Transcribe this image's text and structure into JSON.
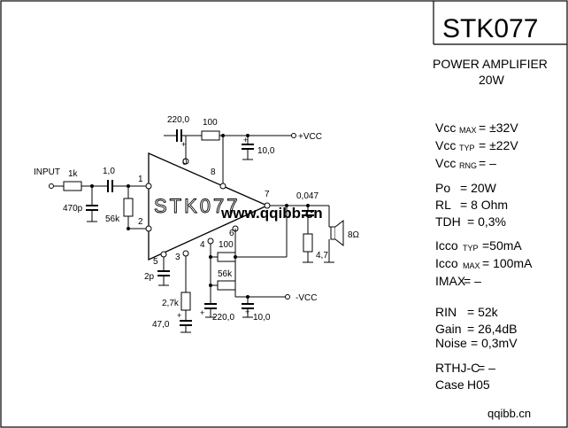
{
  "title": "STK077",
  "subtitle_line1": "POWER AMPLIFIER",
  "subtitle_line2": "20W",
  "specs": {
    "vcc_max": {
      "label": "Vcc",
      "sub": "MAX",
      "value": "= ±32V"
    },
    "vcc_typ": {
      "label": "Vcc",
      "sub": "TYP",
      "value": "= ±22V"
    },
    "vcc_rng": {
      "label": "Vcc",
      "sub": "RNG",
      "value": "=  –"
    },
    "po": {
      "label": "Po",
      "value": "= 20W"
    },
    "rl": {
      "label": "RL",
      "value": "= 8 Ohm"
    },
    "tdh": {
      "label": "TDH",
      "value": "= 0,3%"
    },
    "icco_typ": {
      "label": "Icco",
      "sub": "TYP",
      "value": "=50mA"
    },
    "icco_max": {
      "label": "Icco",
      "sub": "MAX",
      "value": "= 100mA"
    },
    "imax": {
      "label": "IMAX",
      "value": "=   –"
    },
    "rin": {
      "label": "RIN",
      "value": "= 52k"
    },
    "gain": {
      "label": "Gain",
      "value": "= 26,4dB"
    },
    "noise": {
      "label": "Noise",
      "value": "= 0,3mV"
    },
    "rthj": {
      "label": "RTHJ-C",
      "value": "= –"
    },
    "case": {
      "label": "Case",
      "value": "H05"
    }
  },
  "schematic": {
    "chip_label": "STK077",
    "input_label": "INPUT",
    "vcc_pos": "+VCC",
    "vcc_neg": "-VCC",
    "components": {
      "r_1k": "1k",
      "c_1u": "1,0",
      "c_470p": "470p",
      "r_56k_in": "56k",
      "c_220_top": "220,0",
      "r_100_top": "100",
      "c_10_top": "10,0",
      "c_0047": "0,047",
      "r_47": "4,7",
      "speaker": "8Ω",
      "r_100_mid": "100",
      "r_56k_mid": "56k",
      "c_2p": "2p",
      "r_27k": "2,7k",
      "c_47": "47,0",
      "c_220_bot": "220,0",
      "c_10_bot": "10,0"
    },
    "pins": [
      "1",
      "2",
      "3",
      "4",
      "5",
      "6",
      "7",
      "8",
      "0"
    ]
  },
  "watermark_center": "www.qqibb.cn",
  "watermark_corner": "qqibb.cn"
}
